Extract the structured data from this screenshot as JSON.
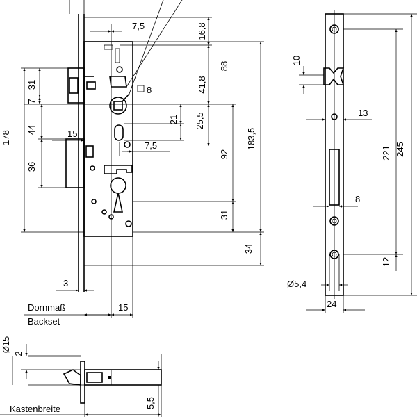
{
  "front_view": {
    "dims": {
      "d_7_5_top": "7,5",
      "d_16_8": "16,8",
      "d_8_square": "8",
      "d_88": "88",
      "d_41_8": "41,8",
      "d_31": "31",
      "d_7": "7",
      "d_21": "21",
      "d_25_5": "25,5",
      "d_178": "178",
      "d_44": "44",
      "d_15_mid": "15",
      "d_7_5_mid": "7,5",
      "d_183_5": "183,5",
      "d_92": "92",
      "d_36": "36",
      "d_31_low": "31",
      "d_34": "34",
      "d_3": "3",
      "d_15_bottom": "15"
    },
    "labels": {
      "backset_de": "Dornmaß",
      "backset_en": "Backset"
    }
  },
  "side_view": {
    "dims": {
      "d_10": "10",
      "d_13": "13",
      "d_221": "221",
      "d_245": "245",
      "d_8": "8",
      "d_12": "12",
      "d_phi_5_4": "Ø5,4",
      "d_24": "24"
    }
  },
  "top_view": {
    "dims": {
      "d_phi_15": "Ø15",
      "d_2": "2",
      "d_5_5": "5,5"
    },
    "labels": {
      "case_width": "Kastenbreite"
    }
  }
}
